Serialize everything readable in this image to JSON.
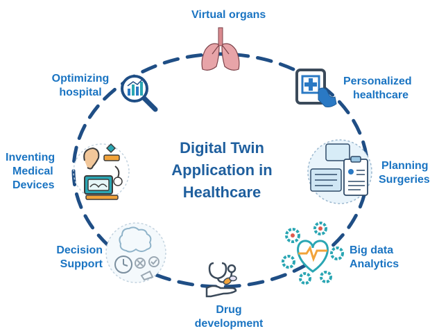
{
  "center": {
    "line1": "Digital Twin",
    "line2": "Application in",
    "line3": "Healthcare"
  },
  "nodes": {
    "virtual_organs": {
      "label": "Virtual organs",
      "icon": "lungs-icon"
    },
    "personalized": {
      "line1": "Personalized",
      "line2": "healthcare",
      "icon": "tablet-medical-cross-icon"
    },
    "planning": {
      "line1": "Planning",
      "line2": "Surgeries",
      "icon": "clipboard-documents-icon"
    },
    "big_data": {
      "line1": "Big data",
      "line2": "Analytics",
      "icon": "heart-gears-icon"
    },
    "drug": {
      "line1": "Drug",
      "line2": "development",
      "icon": "stethoscope-pills-hand-icon"
    },
    "decision": {
      "line1": "Decision",
      "line2": "Support",
      "icon": "brain-stopwatch-icon"
    },
    "inventing": {
      "line1": "Inventing",
      "line2": "Medical",
      "line3": "Devices",
      "icon": "medical-devices-icon"
    },
    "optimizing": {
      "line1": "Optimizing",
      "line2": "hospital",
      "icon": "magnifier-chart-icon"
    }
  },
  "colors": {
    "ring": "#1f4e85",
    "center_text": "#1f5f9e",
    "label_text": "#1a74c2",
    "accent_teal": "#2aa6b3",
    "accent_orange": "#f2a33a",
    "accent_red": "#e05a4f",
    "lungs": "#d98a8f"
  }
}
